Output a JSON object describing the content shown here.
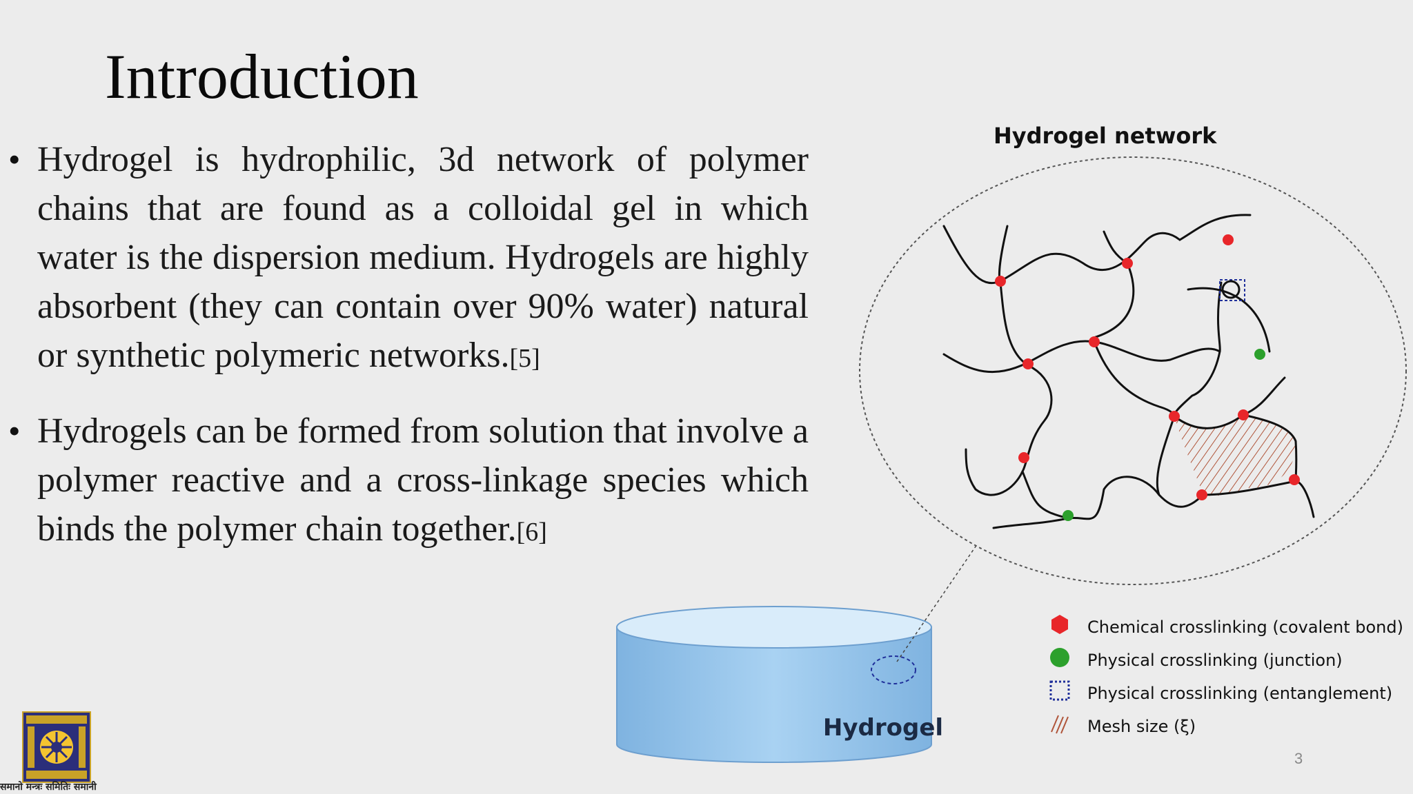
{
  "slide": {
    "title": "Introduction",
    "page_number": "3"
  },
  "bullets": [
    {
      "text": "Hydrogel is hydrophilic, 3d network of polymer chains that are found as a colloidal gel in which water is the dispersion medium. Hydrogels are highly absorbent (they can contain over 90% water) natural or synthetic polymeric networks.",
      "ref": "[5]"
    },
    {
      "text": "Hydrogels can be formed from solution that involve a polymer reactive and a cross-linkage species which binds the polymer chain together.",
      "ref": "[6]"
    }
  ],
  "figure": {
    "title": "Hydrogel network",
    "container_label": "Hydrogel",
    "legend": [
      {
        "label": "Chemical crosslinking (covalent bond)",
        "icon": "red-hexagon-icon",
        "color": "#e8262a"
      },
      {
        "label": "Physical crosslinking (junction)",
        "icon": "green-circle-icon",
        "color": "#2ca02c"
      },
      {
        "label": "Physical crosslinking (entanglement)",
        "icon": "dotted-square-icon",
        "color": "#1f2f9a"
      },
      {
        "label": "Mesh size (ξ)",
        "icon": "hatch-icon",
        "color": "#b0553a"
      }
    ]
  },
  "logo": {
    "motto": "समानो मन्त्रः समितिः समानी"
  },
  "colors": {
    "background": "#ececec",
    "crosslink_red": "#e8262a",
    "junction_green": "#2ca02c",
    "entanglement_blue": "#1f2f9a",
    "hydrogel_blue": "#9cc9ec"
  }
}
